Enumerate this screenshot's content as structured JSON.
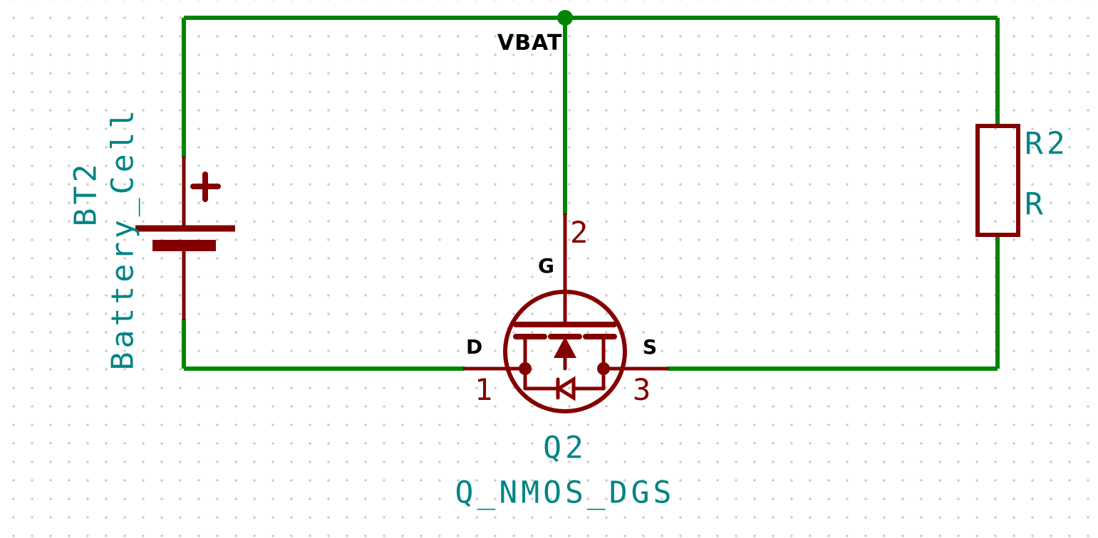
{
  "canvas": {
    "type": "schematic"
  },
  "colors": {
    "wire": "#008400",
    "symbol": "#840000",
    "fields": "#008484",
    "pinname": "#000000",
    "background": "#ffffff",
    "grid": "#c9c9c9"
  },
  "net_labels": {
    "vbat": "VBAT"
  },
  "components": {
    "battery": {
      "reference": "BT2",
      "value": "Battery_Cell"
    },
    "transistor": {
      "reference": "Q2",
      "value": "Q_NMOS_DGS",
      "pins": [
        {
          "number": "1",
          "name": "D"
        },
        {
          "number": "2",
          "name": "G"
        },
        {
          "number": "3",
          "name": "S"
        }
      ]
    },
    "resistor": {
      "reference": "R2",
      "value": "R"
    }
  }
}
